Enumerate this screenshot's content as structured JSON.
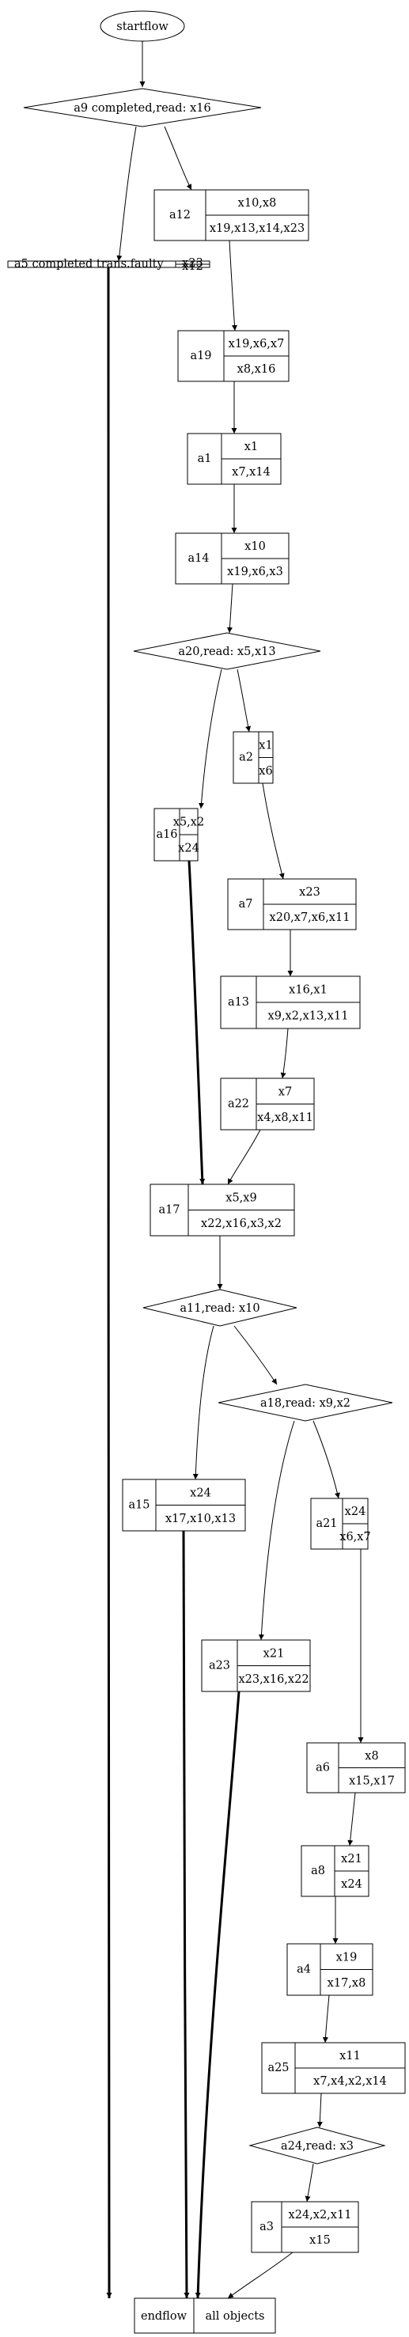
{
  "diagram": {
    "start": "startflow",
    "end": {
      "left": "endflow",
      "right": "all objects"
    },
    "decisions": {
      "d_a9": "a9 completed,read: x16",
      "d_a20": "a20,read: x5,x13",
      "d_a11": "a11,read: x10",
      "d_a18": "a18,read: x9,x2",
      "d_a24": "a24,read: x3"
    },
    "nodes": {
      "a12": {
        "id": "a12",
        "top": "x10,x8",
        "bottom": "x19,x13,x14,x23"
      },
      "a5": {
        "id": "a5  completed trans.faulty",
        "top": "x23",
        "bottom": "x12"
      },
      "a19": {
        "id": "a19",
        "top": "x19,x6,x7",
        "bottom": "x8,x16"
      },
      "a1": {
        "id": "a1",
        "top": "x1",
        "bottom": "x7,x14"
      },
      "a14": {
        "id": "a14",
        "top": "x10",
        "bottom": "x19,x6,x3"
      },
      "a2": {
        "id": "a2",
        "top": "x1",
        "bottom": "x6"
      },
      "a16": {
        "id": "a16",
        "top": "x5,x2",
        "bottom": "x24"
      },
      "a7": {
        "id": "a7",
        "top": "x23",
        "bottom": "x20,x7,x6,x11"
      },
      "a13": {
        "id": "a13",
        "top": "x16,x1",
        "bottom": "x9,x2,x13,x11"
      },
      "a22": {
        "id": "a22",
        "top": "x7",
        "bottom": "x4,x8,x11"
      },
      "a17": {
        "id": "a17",
        "top": "x5,x9",
        "bottom": "x22,x16,x3,x2"
      },
      "a15": {
        "id": "a15",
        "top": "x24",
        "bottom": "x17,x10,x13"
      },
      "a21": {
        "id": "a21",
        "top": "x24",
        "bottom": "x6,x7"
      },
      "a23": {
        "id": "a23",
        "top": "x21",
        "bottom": "x23,x16,x22"
      },
      "a6": {
        "id": "a6",
        "top": "x8",
        "bottom": "x15,x17"
      },
      "a8": {
        "id": "a8",
        "top": "x21",
        "bottom": "x24"
      },
      "a4": {
        "id": "a4",
        "top": "x19",
        "bottom": "x17,x8"
      },
      "a25": {
        "id": "a25",
        "top": "x11",
        "bottom": "x7,x4,x2,x14"
      },
      "a3": {
        "id": "a3",
        "top": "x24,x2,x11",
        "bottom": "x15"
      }
    }
  }
}
